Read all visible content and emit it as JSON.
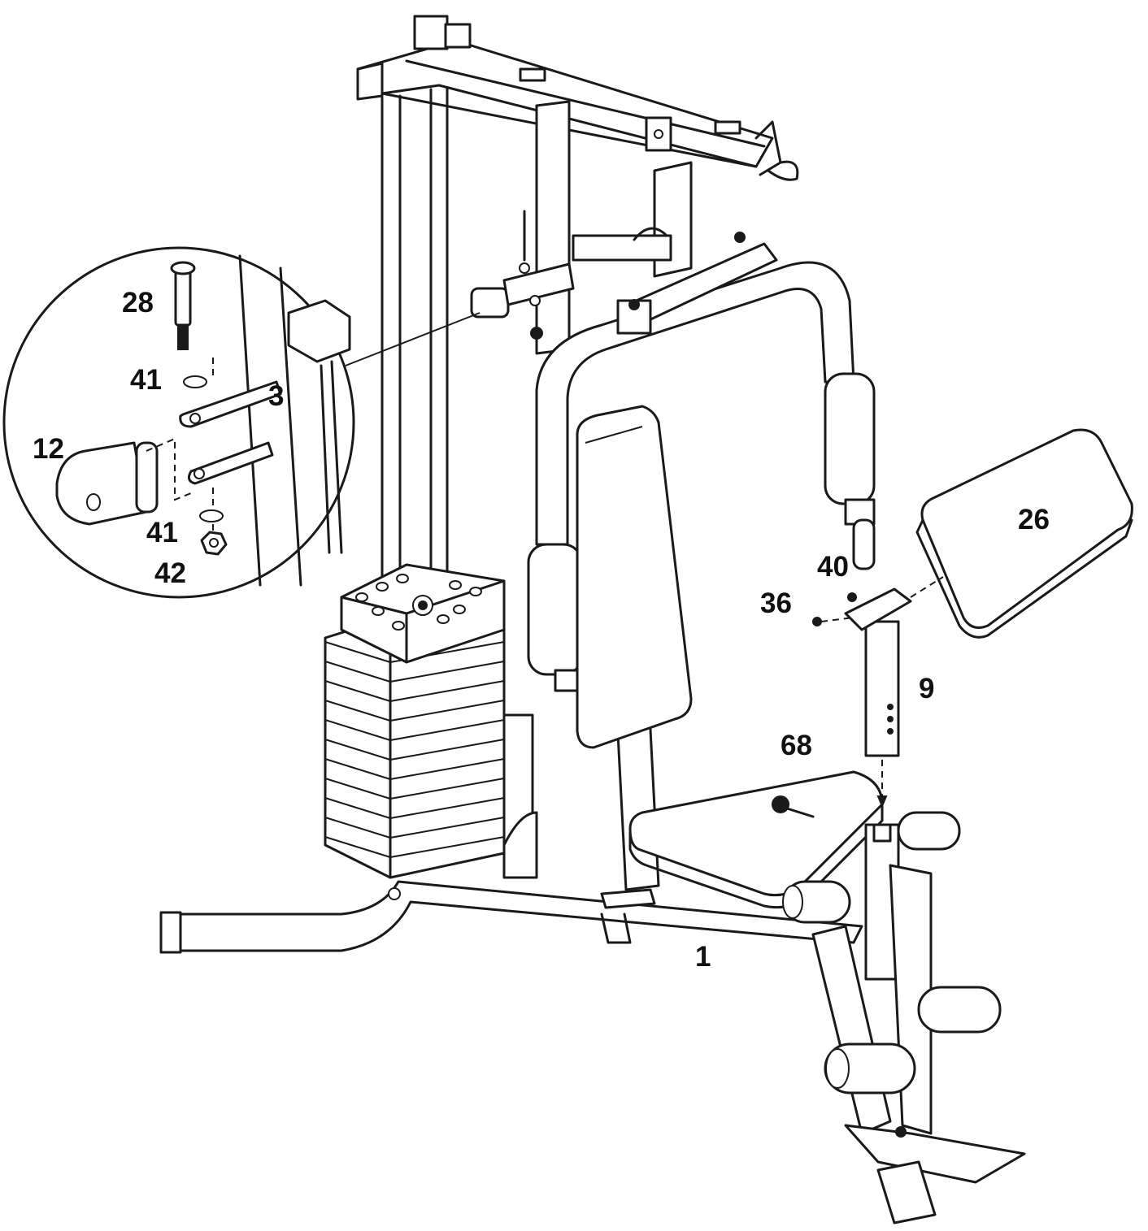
{
  "diagram": {
    "part_labels": [
      {
        "id": "28",
        "text": "28"
      },
      {
        "id": "41a",
        "text": "41"
      },
      {
        "id": "3",
        "text": "3"
      },
      {
        "id": "12",
        "text": "12"
      },
      {
        "id": "41b",
        "text": "41"
      },
      {
        "id": "42",
        "text": "42"
      },
      {
        "id": "26",
        "text": "26"
      },
      {
        "id": "40",
        "text": "40"
      },
      {
        "id": "36",
        "text": "36"
      },
      {
        "id": "9",
        "text": "9"
      },
      {
        "id": "68",
        "text": "68"
      },
      {
        "id": "1",
        "text": "1"
      }
    ]
  }
}
